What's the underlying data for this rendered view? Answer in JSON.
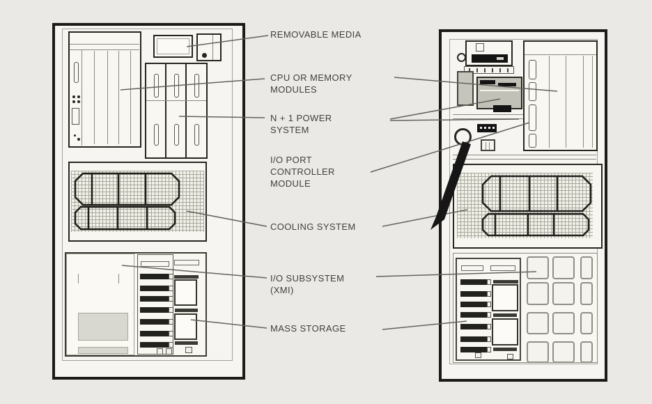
{
  "diagram": {
    "labels": [
      {
        "id": "removable-media",
        "text": "REMOVABLE MEDIA"
      },
      {
        "id": "cpu-memory",
        "text": "CPU OR MEMORY\nMODULES"
      },
      {
        "id": "n1-power",
        "text": "N + 1 POWER\nSYSTEM"
      },
      {
        "id": "io-port",
        "text": "I/O PORT\nCONTROLLER\nMODULE"
      },
      {
        "id": "cooling",
        "text": "COOLING SYSTEM"
      },
      {
        "id": "io-subsystem",
        "text": "I/O SUBSYSTEM\n(XMI)"
      },
      {
        "id": "mass-storage",
        "text": "MASS STORAGE"
      }
    ],
    "colors": {
      "paper": "#eae9e5",
      "ink": "#26261f",
      "leader_line": "#63635c",
      "label_text": "#3f3f3f",
      "panel": "#f6f5f1",
      "gray_fill": "#c6c5bc",
      "mesh_line": "#a9a89c"
    }
  }
}
